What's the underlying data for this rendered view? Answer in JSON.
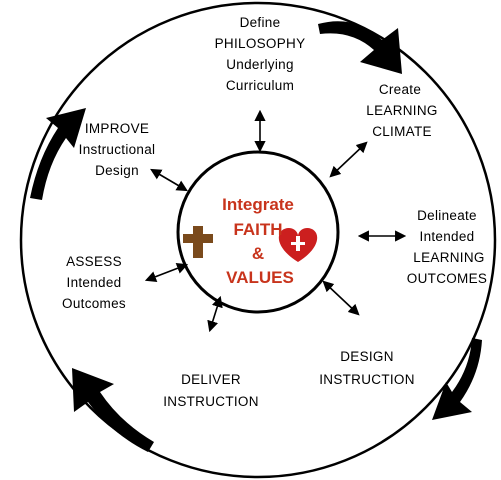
{
  "colors": {
    "line": "#000000",
    "center_text": "#c8341c",
    "cross": "#7a4a1c",
    "heart": "#cc1f1f"
  },
  "center": {
    "line1": "Integrate",
    "line2": "FAITH",
    "line3": "&",
    "line4": "VALUES",
    "cross_icon": "cross-icon",
    "heart_icon": "heart-icon"
  },
  "steps": [
    {
      "id": "define",
      "lines": [
        "Define",
        "PHILOSOPHY",
        "Underlying",
        "Curriculum"
      ]
    },
    {
      "id": "climate",
      "lines": [
        "Create",
        "LEARNING",
        "CLIMATE"
      ]
    },
    {
      "id": "outcomes",
      "lines": [
        "Delineate",
        "Intended",
        "LEARNING",
        "OUTCOMES"
      ]
    },
    {
      "id": "design",
      "lines": [
        "DESIGN",
        "INSTRUCTION"
      ]
    },
    {
      "id": "deliver",
      "lines": [
        "DELIVER",
        "INSTRUCTION"
      ]
    },
    {
      "id": "assess",
      "lines": [
        "ASSESS",
        "Intended",
        "Outcomes"
      ]
    },
    {
      "id": "improve",
      "lines": [
        "IMPROVE",
        "Instructional",
        "Design"
      ]
    }
  ]
}
